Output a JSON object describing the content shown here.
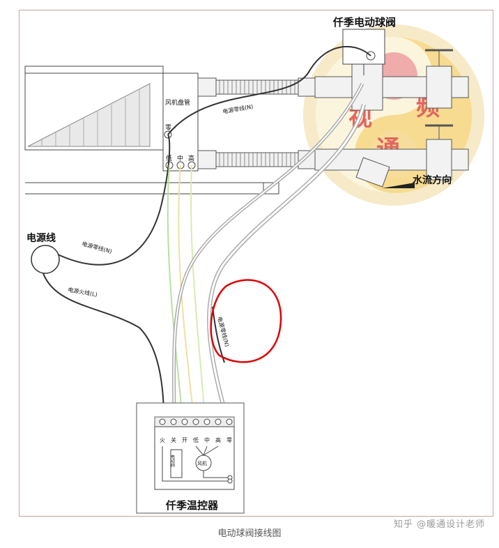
{
  "title": "仟季电动球阀",
  "labels": {
    "fan_coil": "风机盘管",
    "neutral_top": "零",
    "speed_low": "低",
    "speed_mid": "中",
    "speed_high": "高",
    "water_flow": "水流方向",
    "power_cord": "电源线",
    "neutral_wire_1": "电源零线(N)",
    "neutral_wire_2": "电源零线(N)",
    "live_wire": "电源火线(L)",
    "neutral_wire_3": "电源零线(N)",
    "controller": "仟季温控器",
    "valve_box": "电动阀",
    "motor": "风机"
  },
  "terminals": [
    "火",
    "关",
    "开",
    "低",
    "中",
    "高",
    "零"
  ],
  "watermark": {
    "chars": [
      "视",
      "频",
      "通"
    ]
  },
  "caption": "电动球阀接线图",
  "credit": "知乎 @暖通设计老师",
  "colors": {
    "wire": "#333333",
    "annotation": "#e00000",
    "watermark_red": "#d9342b",
    "watermark_yellow": "#f0c020"
  }
}
